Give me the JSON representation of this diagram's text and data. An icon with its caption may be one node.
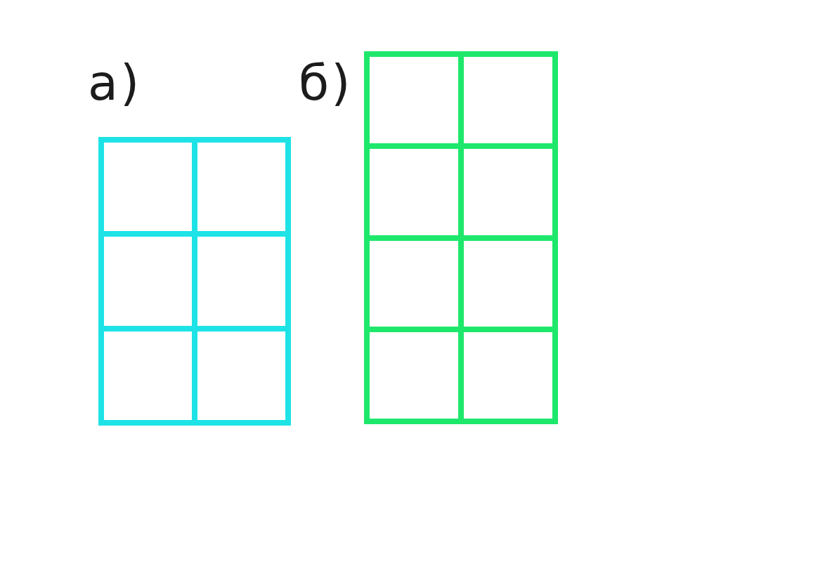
{
  "diagram": {
    "nodes": [
      {
        "text": [
          "а)"
        ]
      },
      {
        "text": [],
        "shape": "box",
        "in": 0
      },
      {
        "text": [],
        "shape": "box",
        "in": 0
      },
      {
        "text": [],
        "shape": "box",
        "in": 0
      },
      {
        "text": [],
        "shape": "box",
        "in": 0
      },
      {
        "text": [],
        "shape": "box",
        "in": 0
      },
      {
        "text": [],
        "shape": "box",
        "in": 0
      },
      {
        "text": [
          "б)"
        ]
      },
      {
        "text": [],
        "shape": "box",
        "in": 7
      },
      {
        "text": [],
        "shape": "box",
        "in": 7
      },
      {
        "text": [],
        "shape": "box",
        "in": 7
      },
      {
        "text": [],
        "shape": "box",
        "in": 7
      },
      {
        "text": [],
        "shape": "box",
        "in": 7
      },
      {
        "text": [],
        "shape": "box",
        "in": 7
      },
      {
        "text": [],
        "shape": "box",
        "in": 7
      },
      {
        "text": [],
        "shape": "box",
        "in": 7
      }
    ]
  }
}
